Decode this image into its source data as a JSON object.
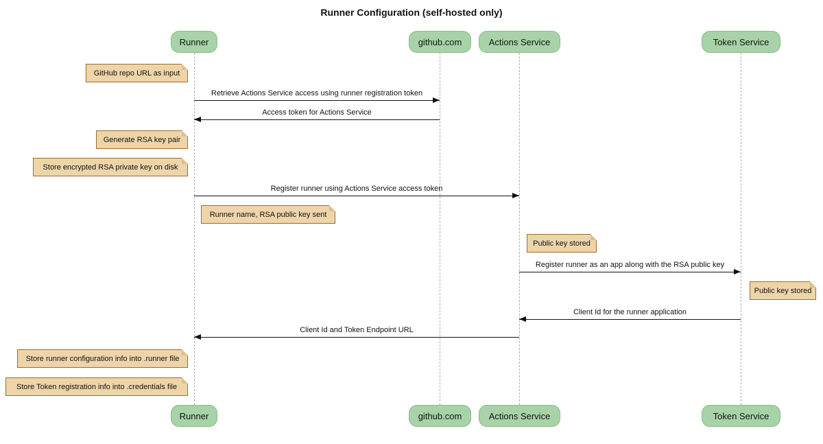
{
  "title": "Runner Configuration (self-hosted only)",
  "participants": [
    {
      "name": "Runner"
    },
    {
      "name": "github.com"
    },
    {
      "name": "Actions Service"
    },
    {
      "name": "Token Service"
    }
  ],
  "messages": [
    {
      "label": "Retrieve Actions Service access using runner registration token",
      "from": "Runner",
      "to": "github.com"
    },
    {
      "label": "Access token for Actions Service",
      "from": "github.com",
      "to": "Runner"
    },
    {
      "label": "Register runner using Actions Service access token",
      "from": "Runner",
      "to": "Actions Service"
    },
    {
      "label": "Register runner as an app along with the RSA public key",
      "from": "Actions Service",
      "to": "Token Service"
    },
    {
      "label": "Client Id for the runner application",
      "from": "Token Service",
      "to": "Actions Service"
    },
    {
      "label": "Client Id and Token Endpoint URL",
      "from": "Actions Service",
      "to": "Runner"
    }
  ],
  "notes": [
    {
      "text": "GitHub repo URL as input"
    },
    {
      "text": "Generate RSA key pair"
    },
    {
      "text": "Store encrypted RSA private key on disk"
    },
    {
      "text": "Runner name, RSA public key sent"
    },
    {
      "text": "Public key stored"
    },
    {
      "text": "Public key stored"
    },
    {
      "text": "Store runner configuration info into .runner file"
    },
    {
      "text": "Store Token registration info into .credentials file"
    }
  ],
  "colors": {
    "participant_fill": "#a8d2a8",
    "participant_border": "#8abb8a",
    "note_fill": "#edd5a9",
    "note_border": "#9c6b30",
    "lifeline": "#adadad",
    "arrow": "#111111",
    "background": "#ffffff"
  }
}
